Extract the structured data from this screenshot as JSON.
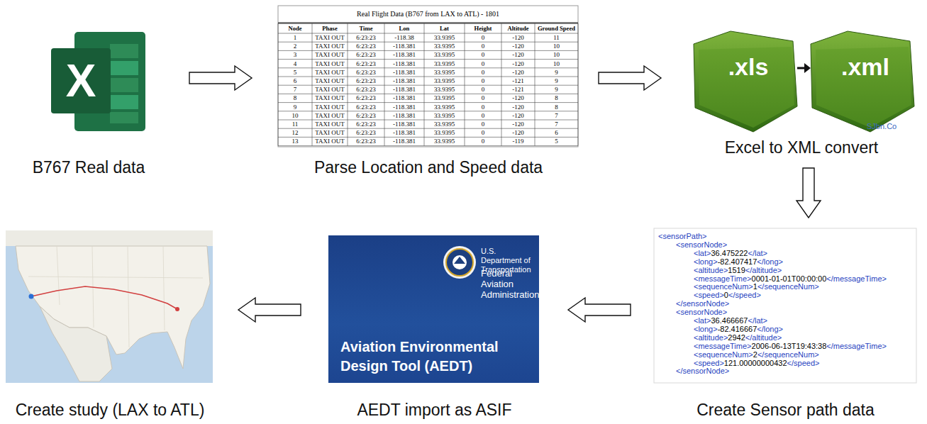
{
  "diagram": {
    "nodes": [
      {
        "text": [
          "B767 Real data"
        ]
      },
      {
        "text": [
          "Parse Location and Speed data"
        ]
      },
      {
        "text": [
          "Excel to XML convert"
        ]
      },
      {
        "text": [
          "Create Sensor path data"
        ]
      },
      {
        "text": [
          "AEDT import as ASIF"
        ]
      },
      {
        "text": [
          "Create study (LAX to ATL)"
        ]
      }
    ],
    "edges": [
      {
        "from": 0,
        "to": 1,
        "arrow": "to"
      },
      {
        "from": 1,
        "to": 2,
        "arrow": "to"
      },
      {
        "from": 2,
        "to": 3,
        "arrow": "to"
      },
      {
        "from": 3,
        "to": 4,
        "arrow": "to"
      },
      {
        "from": 4,
        "to": 5,
        "arrow": "to"
      }
    ],
    "labels": [
      "X",
      "Real Flight Data (B767 from LAX to ATL) - 1801",
      "Node",
      "Phase",
      "Time",
      "Lon",
      "Lat",
      "Height",
      "Altitude",
      "Ground Speed",
      "1",
      "TAXI OUT",
      "6:23:23",
      "-118.38",
      "33.9395",
      "0",
      "-120",
      "11",
      "2",
      "TAXI OUT",
      "6:23:23",
      "-118.381",
      "33.9395",
      "0",
      "-120",
      "10",
      "3",
      "TAXI OUT",
      "6:23:23",
      "-118.381",
      "33.9395",
      "0",
      "-120",
      "10",
      "4",
      "TAXI OUT",
      "6:23:23",
      "-118.381",
      "33.9395",
      "0",
      "-120",
      "10",
      "5",
      "TAXI OUT",
      "6:23:23",
      "-118.381",
      "33.9395",
      "0",
      "-120",
      "9",
      "6",
      "TAXI OUT",
      "6:23:23",
      "-118.381",
      "33.9395",
      "0",
      "-121",
      "9",
      "7",
      "TAXI OUT",
      "6:23:23",
      "-118.381",
      "33.9395",
      "0",
      "-121",
      "9",
      "8",
      "TAXI OUT",
      "6:23:23",
      "-118.381",
      "33.9395",
      "0",
      "-120",
      "8",
      "9",
      "TAXI OUT",
      "6:23:23",
      "-118.381",
      "33.9395",
      "0",
      "-120",
      "8",
      "10",
      "TAXI OUT",
      "6:23:23",
      "-118.381",
      "33.9395",
      "0",
      "-120",
      "7",
      "11",
      "TAXI OUT",
      "6:23:23",
      "-118.381",
      "33.9395",
      "0",
      "-120",
      "7",
      "12",
      "TAXI OUT",
      "6:23:23",
      "-118.381",
      "33.9395",
      "0",
      "-120",
      "6",
      "13",
      "TAXI OUT",
      "6:23:23",
      "-118.381",
      "33.9395",
      "0",
      "-119",
      "5",
      ".xls",
      ".xml",
      "SJbn.Co",
      "<sensorPath>",
      "<sensorNode>",
      "<lat>36.475222</lat>",
      "<long>-82.407417</long>",
      "<altitude>1519</altitude>",
      "<messageTime>0001-01-01T00:00:00</messageTime>",
      "<sequenceNum>1</sequenceNum>",
      "<speed>0</speed>",
      "</sensorNode>",
      "<sensorNode>",
      "<lat>36.466667</lat>",
      "<long>-82.416667</long>",
      "<altitude>2942</altitude>",
      "<messageTime>2006-06-13T19:43:38</messageTime>",
      "<sequenceNum>2</sequenceNum>",
      "<speed>121.00000000432</speed>",
      "</sensorNode>",
      "U.S. Department of Transportation",
      "Federal Aviation Administration",
      "Aviation Environmental Design Tool (AEDT)"
    ]
  }
}
